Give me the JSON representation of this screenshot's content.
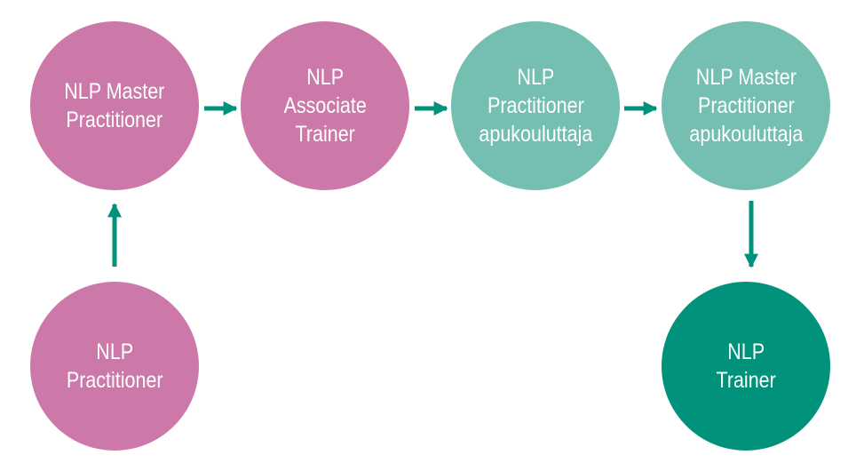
{
  "colors": {
    "pink": "#cc79aa",
    "light_teal": "#74bfb1",
    "dark_teal": "#00927a",
    "arrow": "#00927a"
  },
  "nodes": [
    {
      "id": "practitioner",
      "color": "pink",
      "lines": [
        "NLP",
        "Practitioner"
      ]
    },
    {
      "id": "master-practitioner",
      "color": "pink",
      "lines": [
        "NLP Master",
        "Practitioner"
      ]
    },
    {
      "id": "associate-trainer",
      "color": "pink",
      "lines": [
        "NLP",
        "Associate",
        "Trainer"
      ]
    },
    {
      "id": "practitioner-apukouluttaja",
      "color": "light_teal",
      "lines": [
        "NLP",
        "Practitioner",
        "apukouluttaja"
      ]
    },
    {
      "id": "master-practitioner-apukouluttaja",
      "color": "light_teal",
      "lines": [
        "NLP Master",
        "Practitioner",
        "apukouluttaja"
      ]
    },
    {
      "id": "trainer",
      "color": "dark_teal",
      "lines": [
        "NLP",
        "Trainer"
      ]
    }
  ],
  "edges": [
    {
      "from": "practitioner",
      "to": "master-practitioner"
    },
    {
      "from": "master-practitioner",
      "to": "associate-trainer"
    },
    {
      "from": "associate-trainer",
      "to": "practitioner-apukouluttaja"
    },
    {
      "from": "practitioner-apukouluttaja",
      "to": "master-practitioner-apukouluttaja"
    },
    {
      "from": "master-practitioner-apukouluttaja",
      "to": "trainer"
    }
  ]
}
